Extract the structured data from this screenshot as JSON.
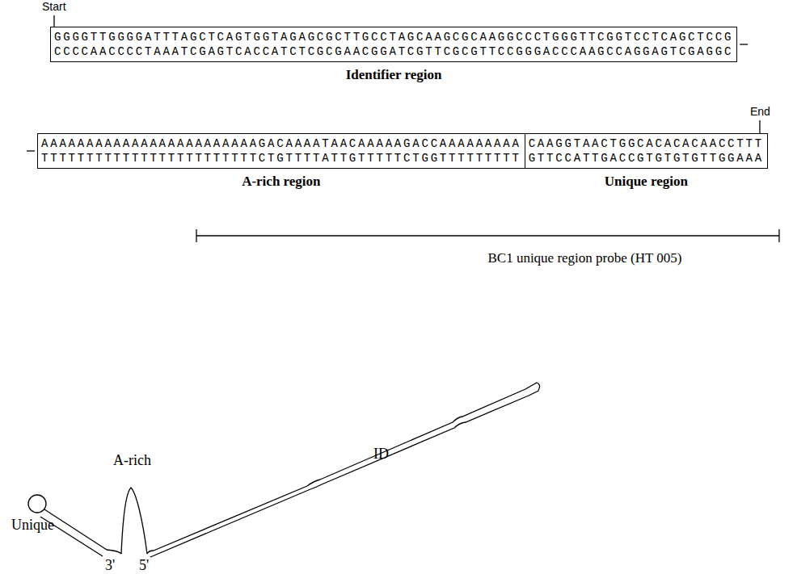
{
  "diagram": {
    "nodes": [
      {
        "text": [
          "GGGGTTGGGGATTTAGCTCAGTGGTAGAGCGCTTGCCTAGCAAGCGCAAGGCCCTGGGTTCGGTCCTCAGCTCCG",
          "CCCCAACCCCTAAATCGAGTCACCATCTCGCGAACGGATCGTTCGCGTTCCGGGACCCAAGCCAGGAGTCGAGGC",
          "Identifier region"
        ]
      },
      {
        "text": [
          "AAAAAAAAAAAAAAAAAAAAAAAAGACAAAATAACAAAAAGACCAAAAAAAAA",
          "TTTTTTTTTTTTTTTTTTTTTTTTCTGTTTTATTGTTTTTCTGGTTTTTTTTT",
          "A-rich region"
        ]
      },
      {
        "text": [
          "CAAGGTAACTGGCACACACAACCTTT",
          "GTTCCATTGACCGTGTGTGTTGGAAA",
          "Unique region"
        ]
      }
    ],
    "labels": [
      "Start",
      "End",
      "BC1 unique region probe (HT 005)",
      "A-rich",
      "ID",
      "Unique",
      "3'",
      "5'"
    ]
  }
}
